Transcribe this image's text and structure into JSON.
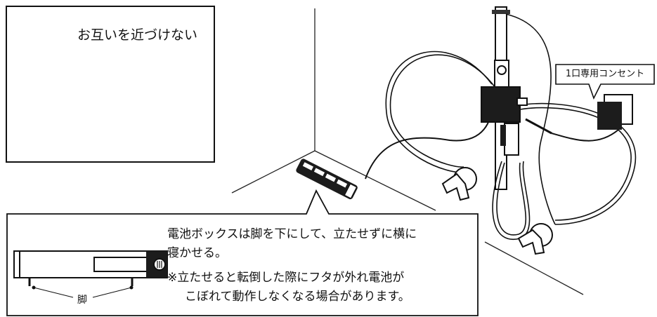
{
  "warning": {
    "title": "お互いを近づけない",
    "icon": "warning-triangle-icon",
    "cross_icon": "cross-icon"
  },
  "callout": {
    "label": "1口専用コンセント"
  },
  "instruction": {
    "line1": "電池ボックスは脚を下にして、立たせずに横に",
    "line2": "寝かせる。",
    "line3": "※立たせると転倒した際にフタが外れ電池が",
    "line4": "こぼれて動作しなくなる場合があります。"
  },
  "legend": {
    "leg_label": "脚"
  }
}
